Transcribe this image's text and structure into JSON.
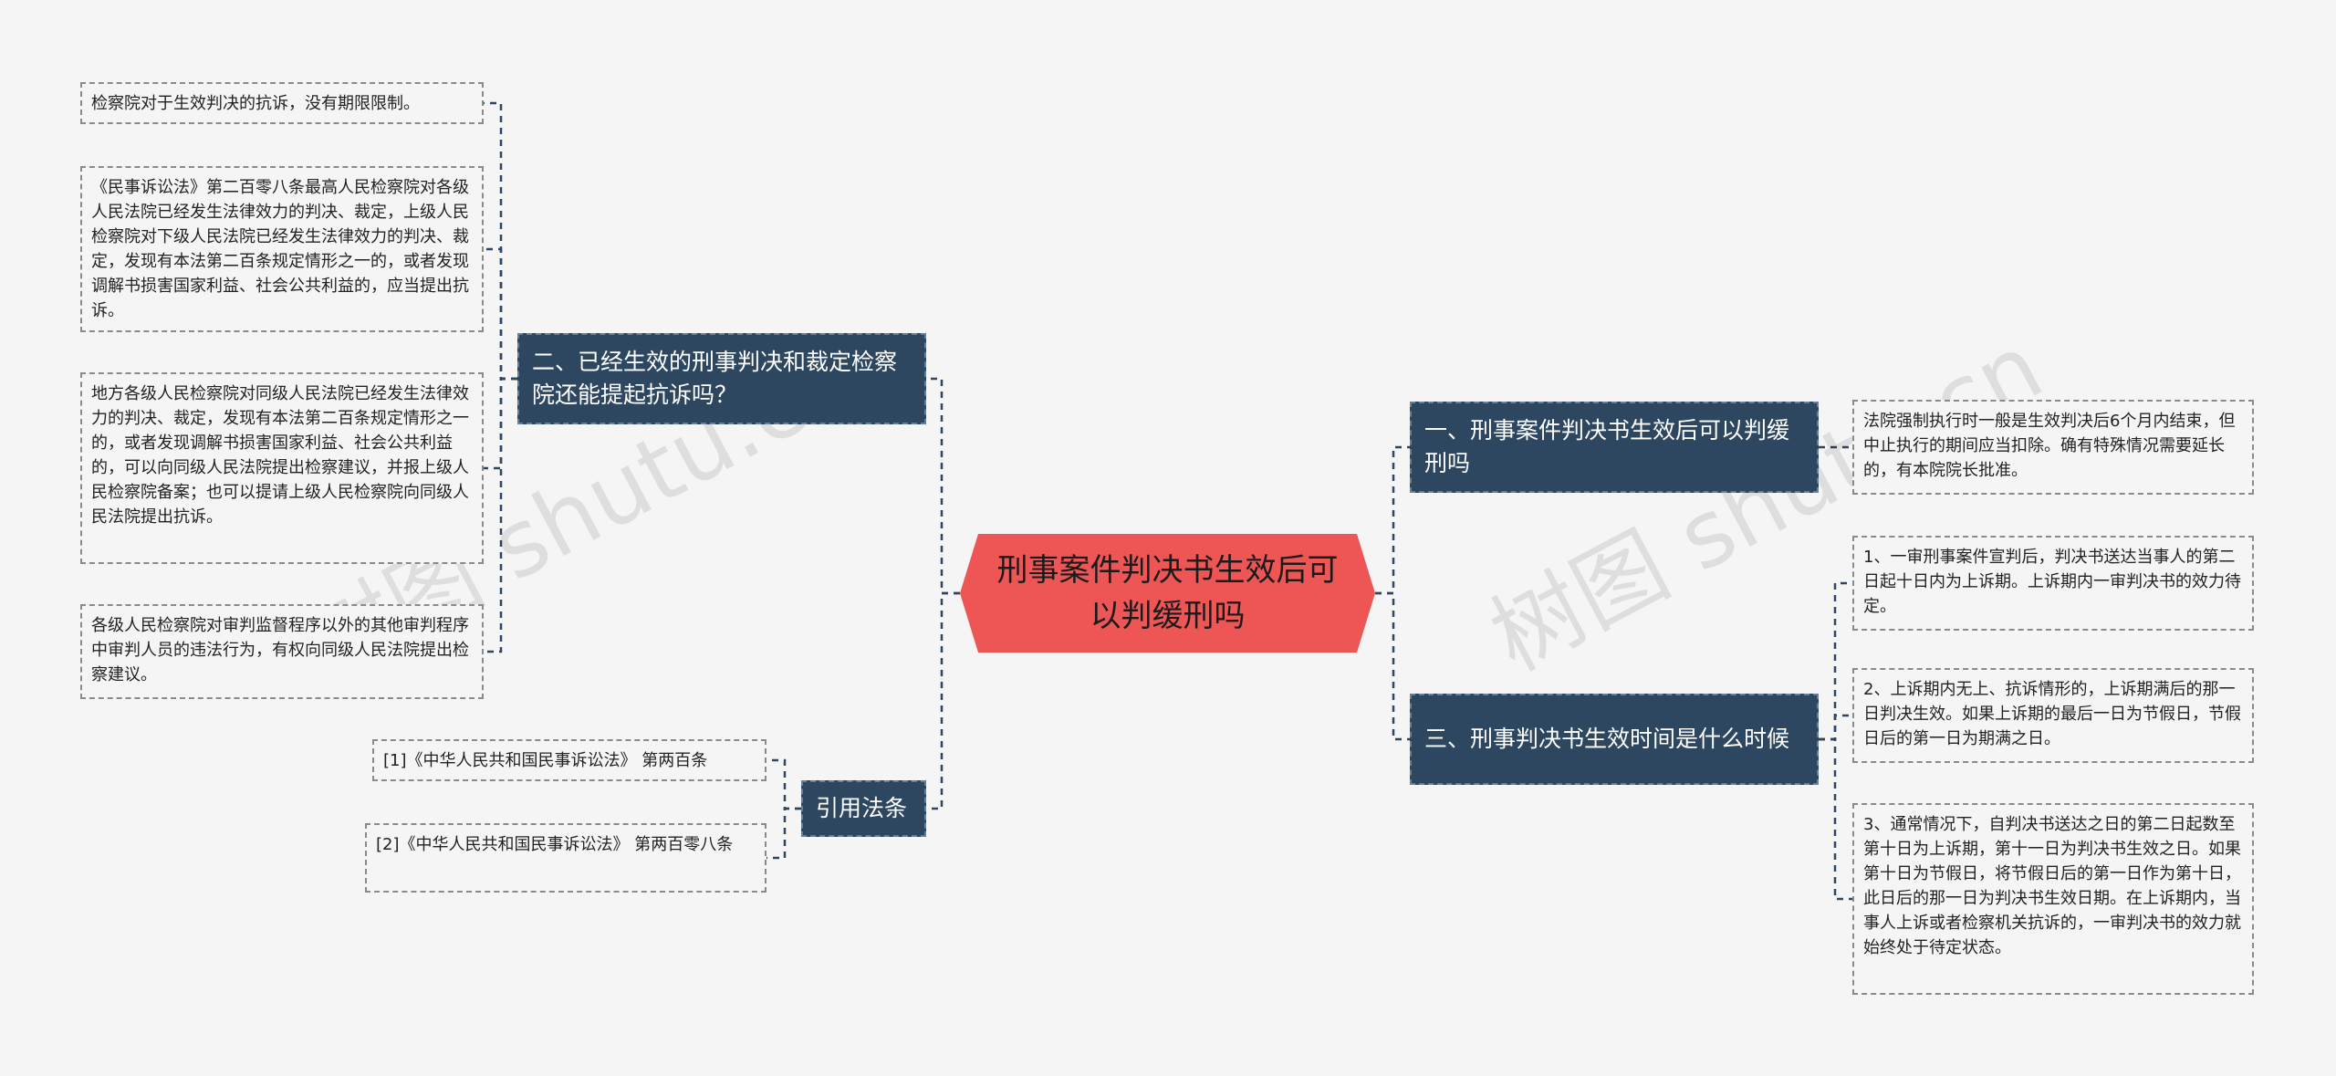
{
  "root": {
    "title": "刑事案件判决书生效后可以判缓刑吗"
  },
  "left_topics": [
    {
      "title": "二、已经生效的刑事判决和裁定检察院还能提起抗诉吗？",
      "children": [
        "检察院对于生效判决的抗诉，没有期限限制。",
        "《民事诉讼法》第二百零八条最高人民检察院对各级人民法院已经发生法律效力的判决、裁定，上级人民检察院对下级人民法院已经发生法律效力的判决、裁定，发现有本法第二百条规定情形之一的，或者发现调解书损害国家利益、社会公共利益的，应当提出抗诉。",
        "地方各级人民检察院对同级人民法院已经发生法律效力的判决、裁定，发现有本法第二百条规定情形之一的，或者发现调解书损害国家利益、社会公共利益的，可以向同级人民法院提出检察建议，并报上级人民检察院备案；也可以提请上级人民检察院向同级人民法院提出抗诉。",
        "各级人民检察院对审判监督程序以外的其他审判程序中审判人员的违法行为，有权向同级人民法院提出检察建议。"
      ]
    },
    {
      "title": "引用法条",
      "children": [
        "[1]《中华人民共和国民事诉讼法》 第两百条",
        "[2]《中华人民共和国民事诉讼法》 第两百零八条"
      ]
    }
  ],
  "right_topics": [
    {
      "title": "一、刑事案件判决书生效后可以判缓刑吗",
      "children": [
        "法院强制执行时一般是生效判决后6个月内结束，但中止执行的期间应当扣除。确有特殊情况需要延长的，有本院院长批准。"
      ]
    },
    {
      "title": "三、刑事判决书生效时间是什么时候",
      "children": [
        "1、一审刑事案件宣判后，判决书送达当事人的第二日起十日内为上诉期。上诉期内一审判决书的效力待定。",
        "2、上诉期内无上、抗诉情形的，上诉期满后的那一日判决生效。如果上诉期的最后一日为节假日，节假日后的第一日为期满之日。",
        "3、通常情况下，自判决书送达之日的第二日起数至第十日为上诉期，第十一日为判决书生效之日。如果第十日为节假日，将节假日后的第一日作为第十日，此日后的那一日为判决书生效日期。在上诉期内，当事人上诉或者检察机关抗诉的，一审判决书的效力就始终处于待定状态。"
      ]
    }
  ],
  "watermarks": [
    "树图 shutu.cn",
    "树图 shutu.cn"
  ],
  "colors": {
    "root_fill": "#ee5555",
    "topic_fill": "#2e4760",
    "line": "#2e4760"
  }
}
